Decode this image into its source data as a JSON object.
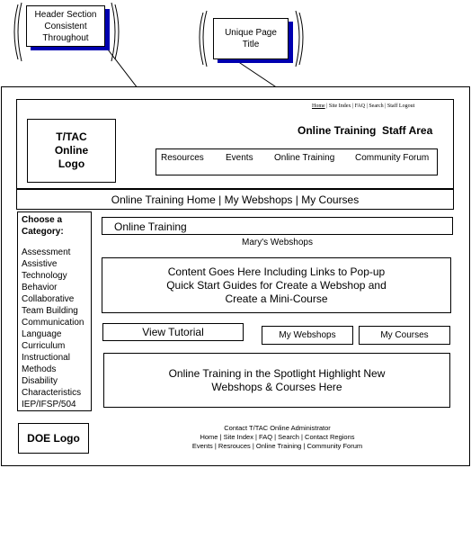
{
  "callouts": {
    "header": "Header Section Consistent Throughout",
    "title": "Unique Page Title"
  },
  "header": {
    "utility_links": [
      "Home",
      "Site Index",
      "FAQ",
      "Search",
      "Staff Logout"
    ],
    "logo": "T/TAC Online Logo",
    "site_title": "Online Training  Staff Area",
    "nav": [
      "Resources",
      "Events",
      "Online Training",
      "Community Forum"
    ]
  },
  "subnav": [
    "Online Training Home",
    "My Webshops",
    "My Courses"
  ],
  "sidebar": {
    "heading": "Choose a Category:",
    "items": [
      "Assessment",
      "Assistive Technology",
      "Behavior",
      "Collaborative Team Building",
      "Communication",
      "Language",
      "Curriculum",
      "Instructional Methods",
      "Disability Characteristics",
      "IEP/IFSP/504"
    ]
  },
  "doe_logo": "DOE Logo",
  "main": {
    "page_title": "Online Training",
    "subtitle": "Mary's Webshops",
    "content_text": "Content Goes Here Including Links to Pop-up Quick Start Guides for Create a Webshop and Create a Mini-Course",
    "view_tutorial": "View Tutorial",
    "my_webshops": "My Webshops",
    "my_courses": "My Courses",
    "spotlight": "Online Training in the Spotlight Highlight New Webshops & Courses Here"
  },
  "footer": {
    "contact": "Contact T/TAC Online Administrator",
    "line2": "Home | Site Index | FAQ | Search | Contact Regions",
    "line3": "Events | Resrouces | Online Training | Community Forum"
  }
}
